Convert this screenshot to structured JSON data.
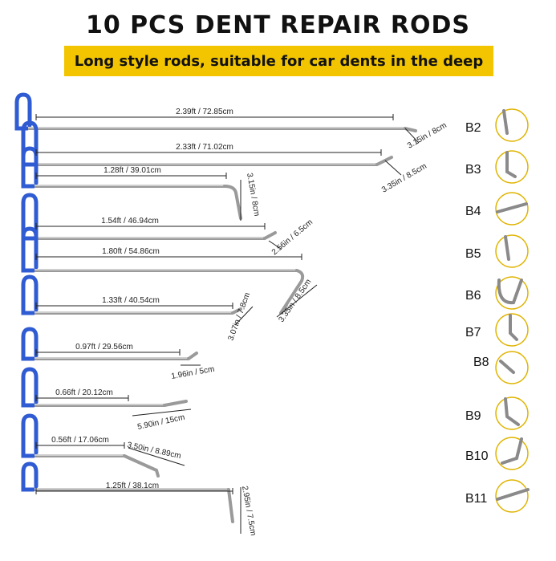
{
  "title": "10 PCS DENT REPAIR RODS",
  "subtitle": "Long style rods, suitable for car dents in the deep",
  "rod_lengths": [
    "2.39ft / 72.85cm",
    "2.33ft / 71.02cm",
    "1.28ft / 39.01cm",
    "1.54ft / 46.94cm",
    "1.80ft / 54.86cm",
    "1.33ft / 40.54cm",
    "0.97ft / 29.56cm",
    "0.66ft / 20.12cm",
    "0.56ft / 17.06cm",
    "1.25ft / 38.1cm"
  ],
  "tip_lengths": [
    "3.15in / 8cm",
    "3.35in / 8.5cm",
    "3.15in / 8cm",
    "2.56in / 6.5cm",
    "3.35in / 8.5cm",
    "3.07in / 7.8cm",
    "1.96in / 5cm",
    "5.90in / 15cm",
    "3.50in / 8.89cm",
    "2.95in / 7.5cm"
  ],
  "tip_codes": [
    "B2",
    "B3",
    "B4",
    "B5",
    "B6",
    "B7",
    "B8",
    "B9",
    "B10",
    "B11"
  ],
  "colors": {
    "handle": "#2f5bd3",
    "banner": "#f2c500",
    "rod": "#c8c8c8"
  }
}
